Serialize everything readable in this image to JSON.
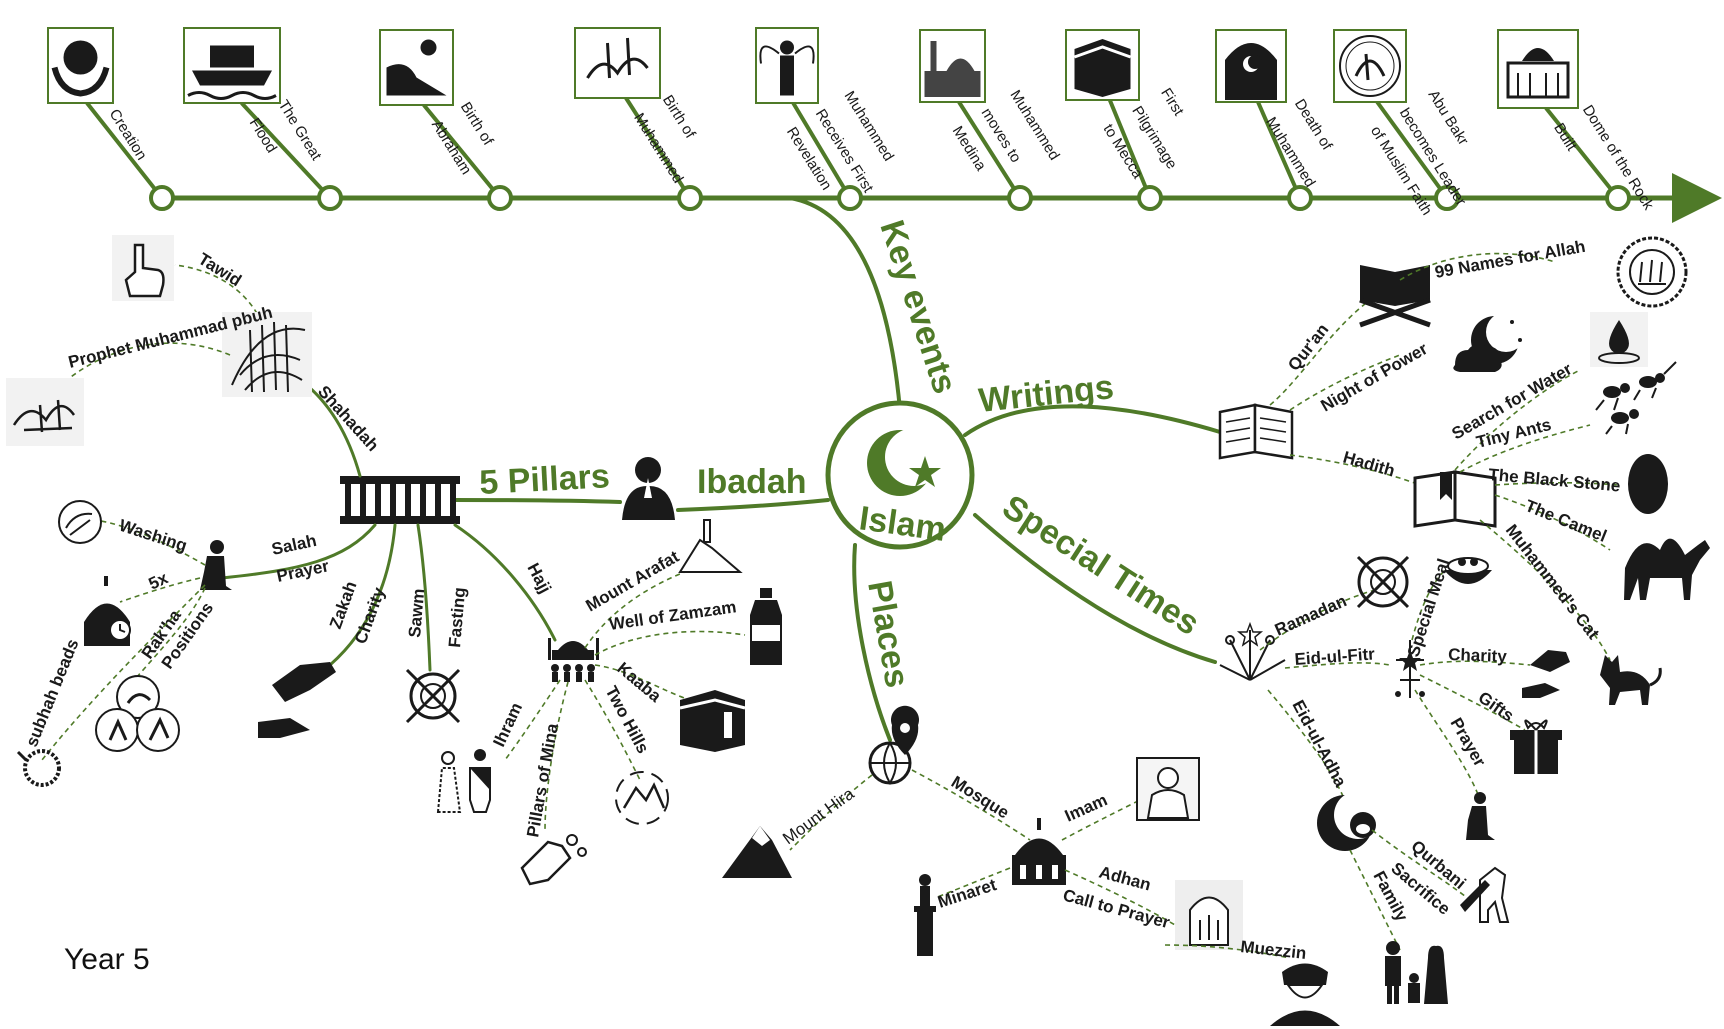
{
  "colors": {
    "branch": "#4f7a28",
    "ink": "#1a1a1a"
  },
  "year": "Year 5",
  "center": {
    "label": "Islam"
  },
  "branches": {
    "key_events": "Key events",
    "writings": "Writings",
    "special_times": "Special Times",
    "places": "Places",
    "ibadah": "Ibadah",
    "five_pillars": "5 Pillars"
  },
  "timeline": [
    {
      "label": "Creation",
      "icon": "earth-hands-icon"
    },
    {
      "label": "The Great Flood",
      "icon": "ark-icon"
    },
    {
      "label": "Birth of Abraham",
      "icon": "abraham-icon"
    },
    {
      "label": "Birth of Muhammed",
      "icon": "calligraphy-icon"
    },
    {
      "label": "Muhammed Receives First Revelation",
      "icon": "angel-icon"
    },
    {
      "label": "Muhammed moves to Medina",
      "icon": "mosque-icon"
    },
    {
      "label": "First Pilgrimage to Mecca",
      "icon": "kaaba-icon"
    },
    {
      "label": "Death of Muhammed",
      "icon": "crescent-door-icon"
    },
    {
      "label": "Abu Bakr becomes Leader of Muslim Faith",
      "icon": "ali-seal-icon"
    },
    {
      "label": "Dome of the Rock Built",
      "icon": "dome-icon"
    }
  ],
  "pillars": {
    "shahadah": "Shahadah",
    "tawid": "Tawid",
    "prophet": "Prophet Muhammad pbuh",
    "salah": "Salah",
    "prayer": "Prayer",
    "washing": "Washing",
    "five_x": "5x",
    "rakha": "Rak'ha",
    "positions": "Positions",
    "subhah": "subhah beads",
    "zakah": "Zakah",
    "charity": "Charity",
    "sawm": "Sawm",
    "fasting": "Fasting",
    "hajj": "Hajj",
    "mount_arafat": "Mount Arafat",
    "zamzam": "Well of Zamzam",
    "kaaba": "Kaaba",
    "two_hills": "Two Hills",
    "ihram": "Ihram",
    "pillars_mina": "Pillars of Mina"
  },
  "places": {
    "mount_hira": "Mount Hira",
    "mosque": "Mosque",
    "imam": "Imam",
    "minaret": "Minaret",
    "adhan": "Adhan",
    "call": "Call to Prayer",
    "muezzin": "Muezzin"
  },
  "writings": {
    "quran": "Qur'an",
    "names": "99 Names for Allah",
    "night": "Night of Power",
    "hadith": "Hadith",
    "water": "Search for Water",
    "ants": "Tiny Ants",
    "stone": "The Black Stone",
    "camel": "The Camel",
    "cat": "Muhammed's Cat"
  },
  "special": {
    "ramadan": "Ramadan",
    "meal": "Special Meal",
    "fitr": "Eid-ul-Fitr",
    "charity": "Charity",
    "gifts": "Gifts",
    "prayer": "Prayer",
    "adha": "Eid-ul-Adha",
    "qurbani": "Qurbani",
    "sacrifice": "Sacrifice",
    "family": "Family"
  }
}
